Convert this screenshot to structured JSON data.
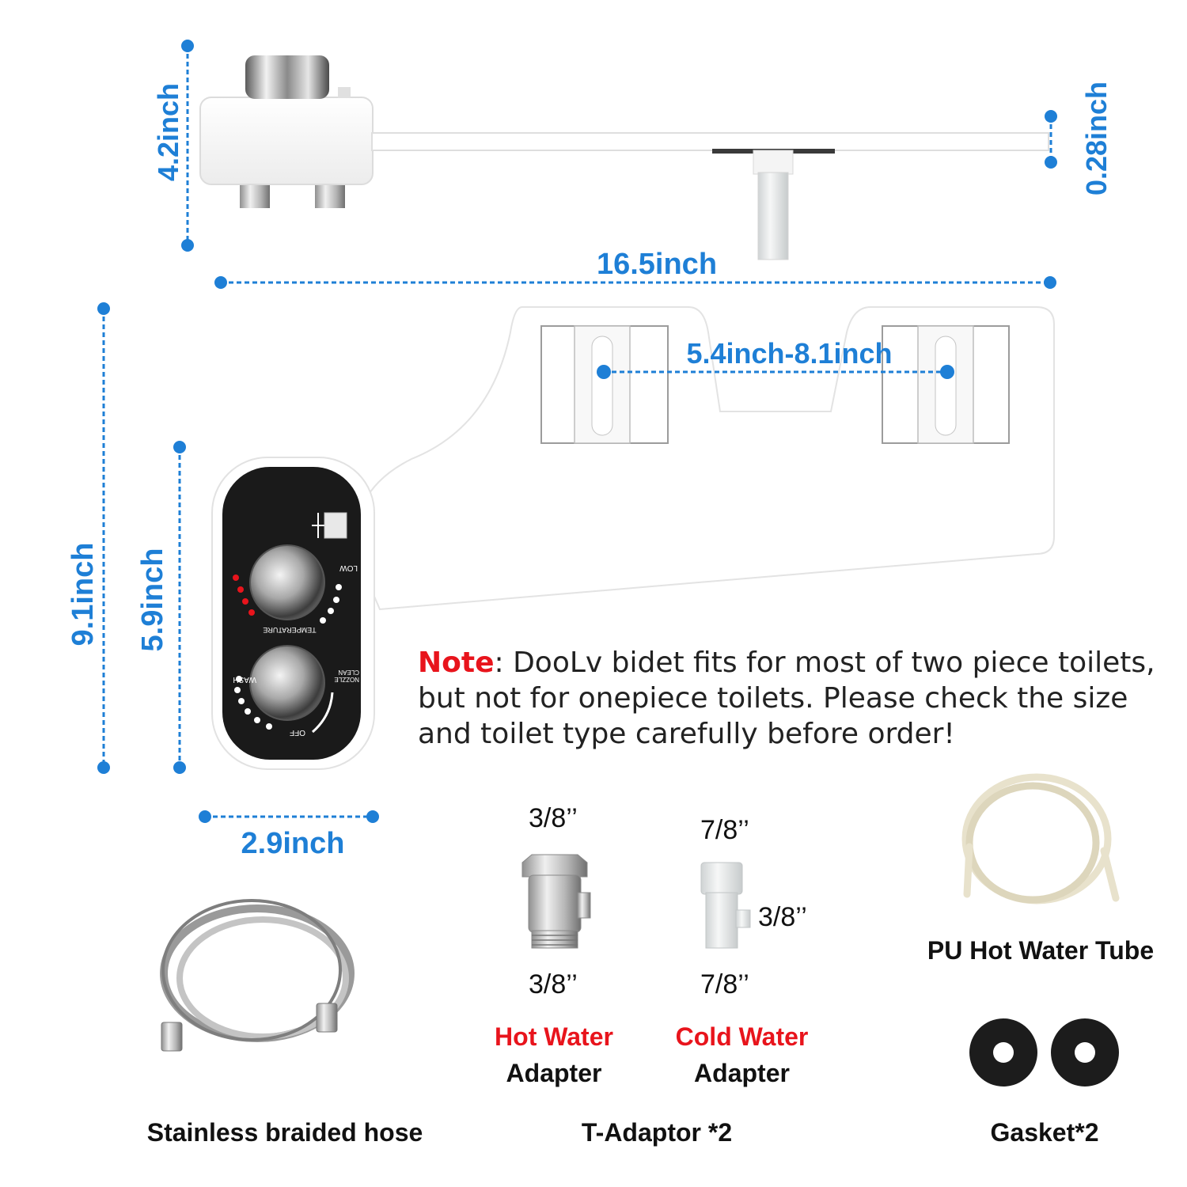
{
  "dimensions": {
    "height_top": "4.2inch",
    "nozzle_thickness": "0.28inch",
    "total_length": "16.5inch",
    "bracket_range": "5.4inch-8.1inch",
    "panel_height_total": "9.1inch",
    "panel_height": "5.9inch",
    "panel_width": "2.9inch"
  },
  "control_panel": {
    "knob_top_label": "TEMPERATURE",
    "knob_top_low": "LOW",
    "knob_bottom_wash": "WASH",
    "knob_bottom_clean": "NOZZLE CLEAN",
    "knob_bottom_off": "OFF"
  },
  "note": {
    "key": "Note",
    "text": ": DooLv bidet fits for most of two piece toilets, but not for onepiece toilets. Please check the size and toilet type carefully before order!"
  },
  "accessories": {
    "hot_adapter": {
      "top_size": "3/8’’",
      "bottom_size": "3/8’’",
      "label_red": "Hot Water",
      "label_black": "Adapter"
    },
    "cold_adapter": {
      "top_size": "7/8’’",
      "side_size": "3/8’’",
      "bottom_size": "7/8’’",
      "label_red": "Cold Water",
      "label_black": "Adapter"
    },
    "tube_label": "PU Hot Water Tube",
    "hose_label": "Stainless braided hose",
    "adaptor_label": "T-Adaptor *2",
    "gasket_label": "Gasket*2"
  },
  "colors": {
    "dimension_blue": "#1e7fd6",
    "accent_red": "#e8141c",
    "panel_black": "#1a1a1a",
    "gasket_black": "#1c1c1c"
  }
}
